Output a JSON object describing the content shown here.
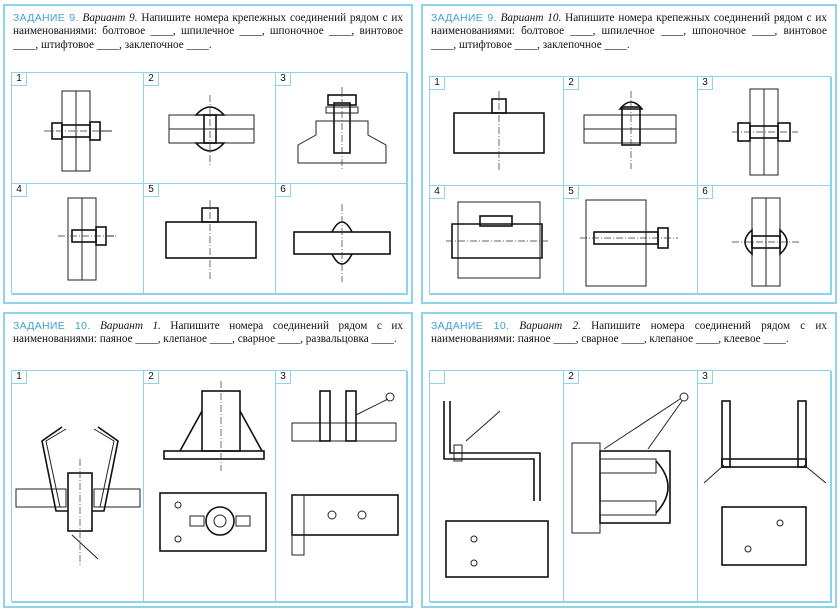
{
  "panels": [
    {
      "task": "ЗАДАНИЕ 9.",
      "variant": "Вариант 9.",
      "text": "Напишите номера крепежных соединений рядом с их наименованиями: болтовое ____, шпилечное ____, шпоночное ____, винтовое ____, штифтовое ____, заклепочное ____.",
      "cells": [
        "1",
        "2",
        "3",
        "4",
        "5",
        "6"
      ]
    },
    {
      "task": "ЗАДАНИЕ 9.",
      "variant": "Вариант 10.",
      "text": "Напишите номера крепежных соединений рядом с их наименованиями: болтовое ____, шпилечное ____, шпоночное ____, винтовое ____, штифтовое ____, заклепочное ____.",
      "cells": [
        "1",
        "2",
        "3",
        "4",
        "5",
        "6"
      ]
    },
    {
      "task": "ЗАДАНИЕ 10.",
      "variant": "Вариант 1.",
      "text": "Напишите номера соединений рядом с их наименованиями: паяное ____, клепаное ____, сварное ____, развальцовка ____.",
      "cells": [
        "1",
        "2",
        "3"
      ]
    },
    {
      "task": "ЗАДАНИЕ 10.",
      "variant": "Вариант 2.",
      "text": "Напишите номера соединений рядом с их наименованиями: паяное ____, сварное ____, клепаное ____, клеевое ____.",
      "cells": [
        "",
        "2",
        "3"
      ]
    }
  ],
  "colors": {
    "frame": "#8fd2ec",
    "task": "#3f9fd3",
    "ink": "#111111"
  }
}
